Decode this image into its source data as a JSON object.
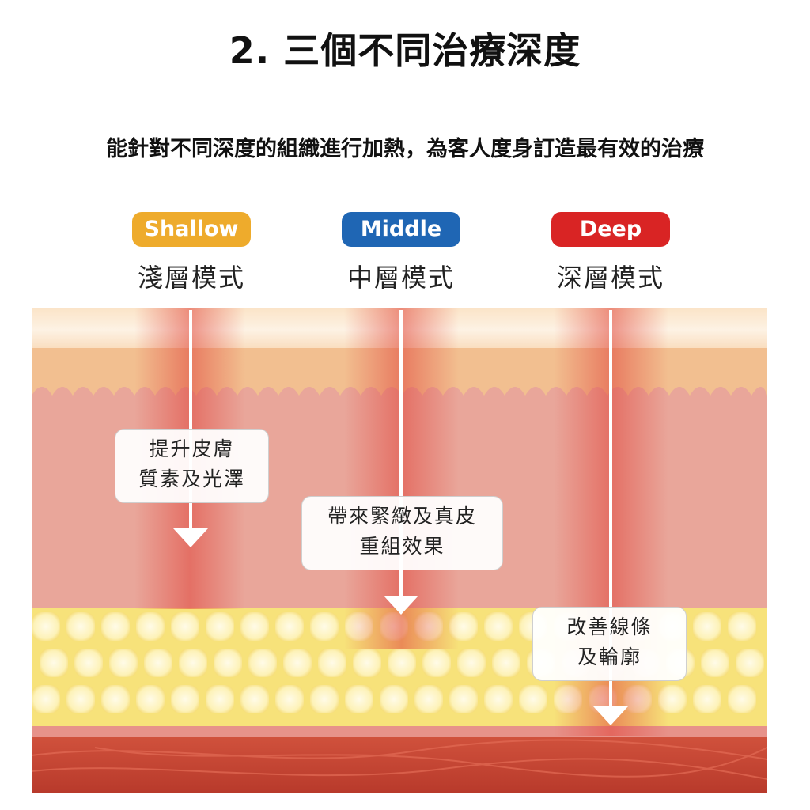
{
  "title": "2. 三個不同治療深度",
  "subtitle": "能針對不同深度的組織進行加熱，為客人度身訂造最有效的治療",
  "modes": [
    {
      "badge": "Shallow",
      "label": "淺層模式",
      "color": "#eeab2c"
    },
    {
      "badge": "Middle",
      "label": "中層模式",
      "color": "#1f66b4"
    },
    {
      "badge": "Deep",
      "label": "深層模式",
      "color": "#d92424"
    }
  ],
  "callouts": [
    {
      "line1": "提升皮膚",
      "line2": "質素及光澤"
    },
    {
      "line1": "帶來緊緻及真皮",
      "line2": "重組效果"
    },
    {
      "line1": "改善線條",
      "line2": "及輪廓"
    }
  ],
  "colors": {
    "epidermis_top": "#fbe8d1",
    "epidermis_band": "#f4c79a",
    "dermis": "#e8a196",
    "fat_layer": "#f6e27a",
    "muscle": "#c1402f",
    "arrow": "#ffffff"
  }
}
